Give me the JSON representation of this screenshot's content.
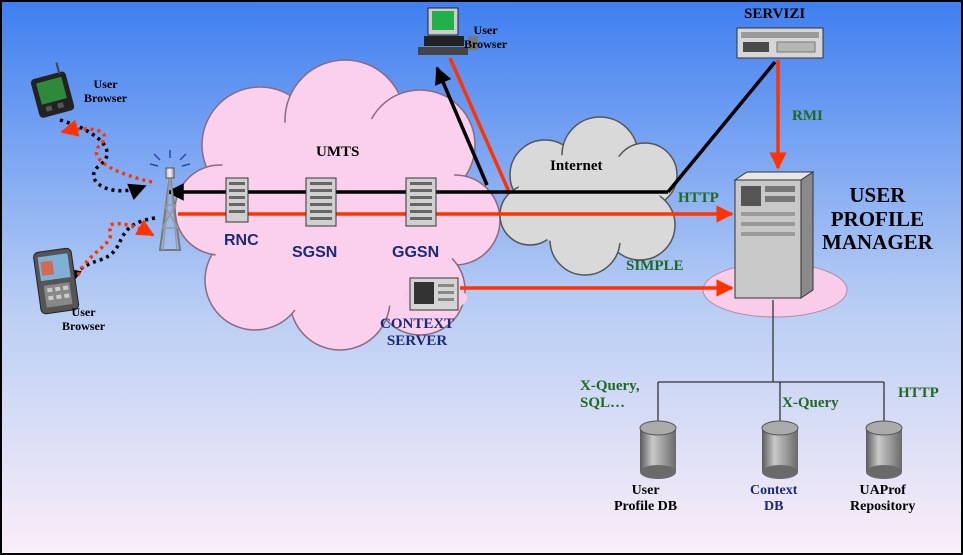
{
  "labels": {
    "user_browser_top": [
      "User",
      "Browser"
    ],
    "user_browser_left": [
      "User",
      "Browser"
    ],
    "user_browser_bottom": [
      "User",
      "Browser"
    ],
    "servizi": "SERVIZI",
    "umts": "UMTS",
    "internet": "Internet",
    "rnc": "RNC",
    "sgsn": "SGSN",
    "ggsn": "GGSN",
    "context_server": [
      "CONTEXT",
      "SERVER"
    ],
    "upm": [
      "USER",
      "PROFILE",
      "MANAGER"
    ],
    "rmi": "RMI",
    "http_main": "HTTP",
    "simple": "SIMPLE",
    "xquery_sql": [
      "X-Query,",
      "SQL…"
    ],
    "xquery": "X-Query",
    "http_db": "HTTP",
    "user_profile_db": [
      "User",
      "Profile DB"
    ],
    "context_db": [
      "Context",
      "DB"
    ],
    "uaprof": [
      "UAProf",
      "Repository"
    ]
  },
  "colors": {
    "bg_top": "#3f7ff0",
    "bg_bottom": "#fbeef8",
    "cloud_umts": "#fbd0ec",
    "cloud_internet": "#d9d9d9",
    "link_red": "#ff3300",
    "link_black": "#000000",
    "label_navy": "#1a2a7a",
    "label_green": "#1f6a1f"
  },
  "icons": {
    "pda": "pda-icon",
    "phone": "mobile-phone-icon",
    "desktop": "desktop-computer-icon",
    "server": "server-icon",
    "antenna": "antenna-tower-icon",
    "database": "database-icon"
  }
}
